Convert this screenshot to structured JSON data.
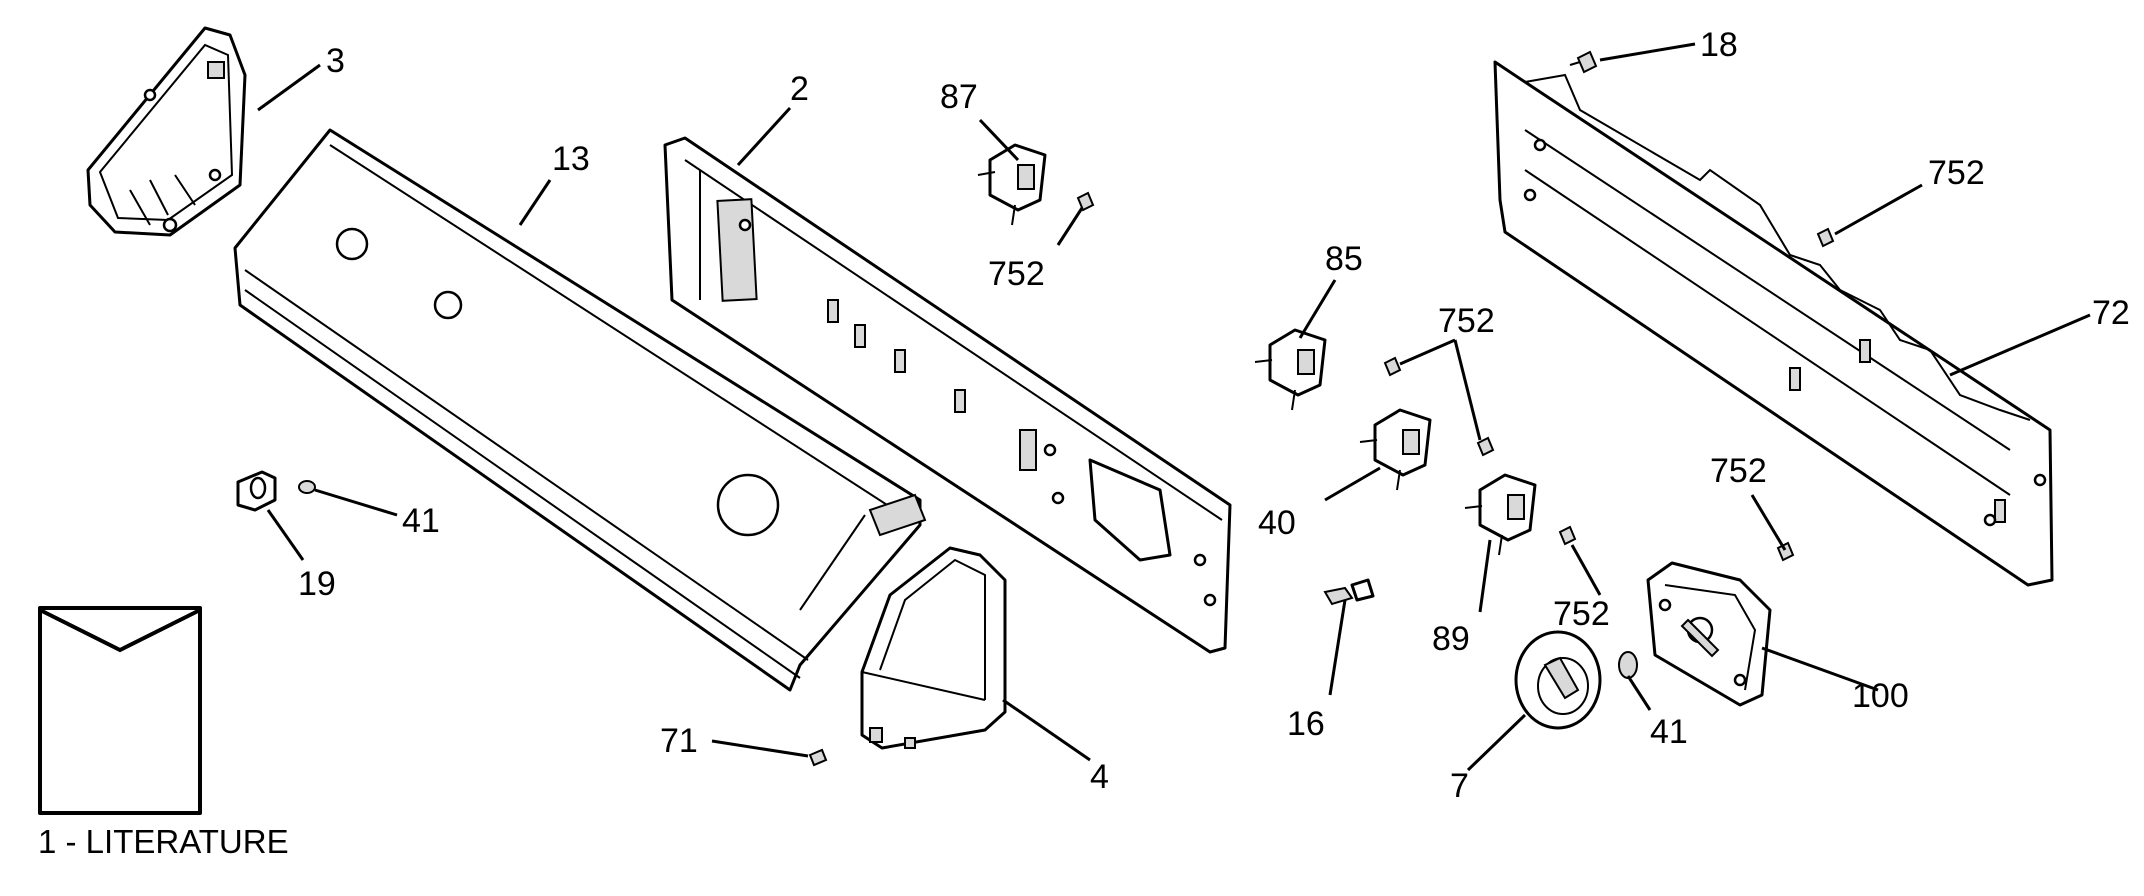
{
  "callouts": {
    "c3": "3",
    "c13": "13",
    "c2": "2",
    "c87": "87",
    "c752a": "752",
    "c18": "18",
    "c752b": "752",
    "c72": "72",
    "c85": "85",
    "c752c": "752",
    "c40": "40",
    "c89": "89",
    "c752d": "752",
    "c752e": "752",
    "c16": "16",
    "c100": "100",
    "c41a": "41",
    "c19": "19",
    "c41b": "41",
    "c7": "7",
    "c71": "71",
    "c4": "4"
  },
  "literature": {
    "label": "1 - LITERATURE"
  }
}
